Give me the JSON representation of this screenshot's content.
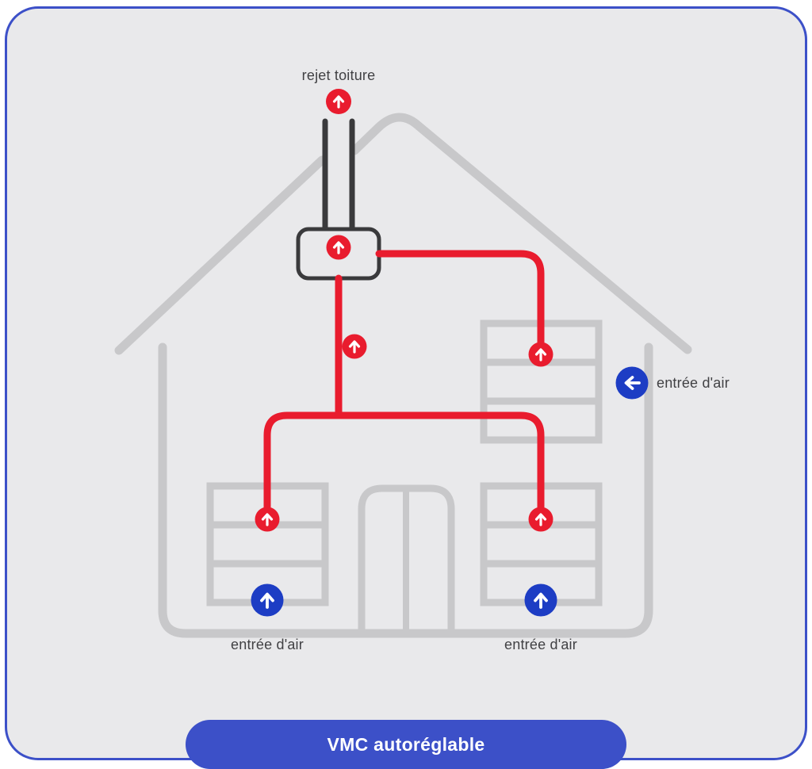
{
  "diagram": {
    "title": "VMC autoréglable",
    "labels": {
      "roof_exhaust": "rejet toiture",
      "air_inlet_side": "entrée d'air",
      "air_inlet_bottom_left": "entrée d'air",
      "air_inlet_bottom_right": "entrée d'air"
    },
    "icons": {
      "extract-vent-icon": "↑",
      "air-inlet-up-icon": "↑",
      "air-inlet-left-icon": "←"
    },
    "colors": {
      "page_background": "#ffffff",
      "card_background": "#e9e9eb",
      "card_border": "#3c50c8",
      "house_outline": "#c8c8ca",
      "duct_dark": "#3a3a3c",
      "extract_red": "#e91c2e",
      "inlet_blue": "#1d3dc4",
      "pill_background": "#3c50c8",
      "label_text": "#414144",
      "title_text": "#ffffff"
    }
  }
}
